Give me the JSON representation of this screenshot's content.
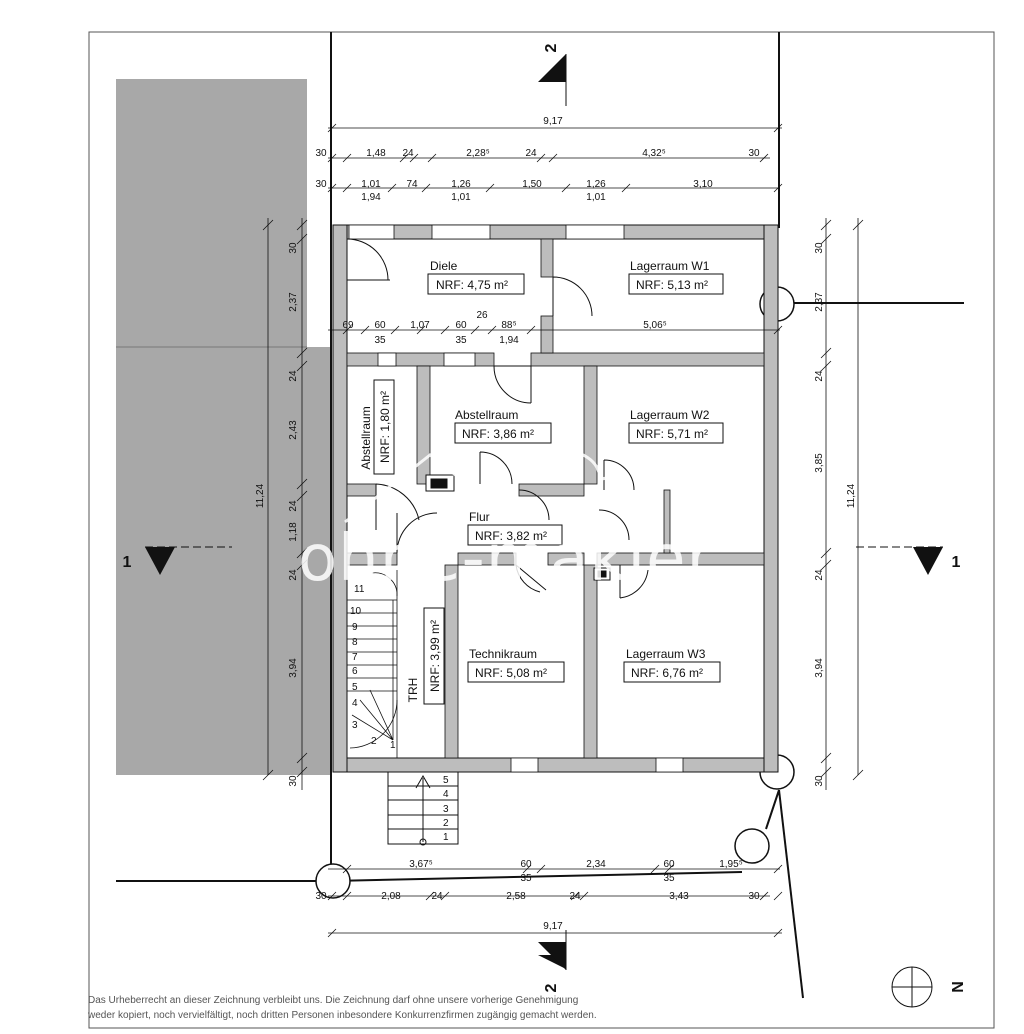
{
  "rooms": {
    "diele": {
      "name": "Diele",
      "area": "NRF: 4,75 m²"
    },
    "lager_w1": {
      "name": "Lagerraum W1",
      "area": "NRF: 5,13 m²"
    },
    "abstell_small": {
      "name": "Abstellraum",
      "area": "NRF: 1,80 m²"
    },
    "abstell": {
      "name": "Abstellraum",
      "area": "NRF: 3,86 m²"
    },
    "lager_w2": {
      "name": "Lagerraum W2",
      "area": "NRF: 5,71 m²"
    },
    "flur": {
      "name": "Flur",
      "area": "NRF: 3,82 m²"
    },
    "trh": {
      "name": "TRH",
      "area": "NRF: 3,99 m²"
    },
    "technik": {
      "name": "Technikraum",
      "area": "NRF: 5,08 m²"
    },
    "lager_w3": {
      "name": "Lagerraum W3",
      "area": "NRF: 6,76 m²"
    }
  },
  "dims": {
    "total_top": "9,17",
    "top_row1": [
      "30",
      "1,48",
      "24",
      "2,28⁵",
      "24",
      "4,32⁵",
      "30"
    ],
    "top_row2": [
      "30",
      "1,01",
      "74",
      "1,26",
      "1,50",
      "1,26",
      "3,10"
    ],
    "top_row2_sub": [
      "1,94",
      "1,01",
      "1,01"
    ],
    "mid_row_top": [
      "69",
      "60",
      "1,07",
      "60",
      "26",
      "88⁵",
      "5,06⁵"
    ],
    "mid_row_bottom": [
      "35",
      "35",
      "1,94"
    ],
    "left_outer": "11,24",
    "left_segments": [
      "30",
      "2,37",
      "24",
      "2,43",
      "24",
      "1,18",
      "24",
      "3,94",
      "30"
    ],
    "right_outer": "11,24",
    "right_segments": [
      "30",
      "2,37",
      "24",
      "3,85",
      "24",
      "3,94",
      "30"
    ],
    "bottom_row1": [
      "3,67⁵",
      "60",
      "2,34",
      "60",
      "1,95⁵"
    ],
    "bottom_row1_sub": [
      "35",
      "35"
    ],
    "bottom_row2": [
      "30",
      "2,08",
      "24",
      "2,58",
      "24",
      "3,43",
      "30"
    ],
    "total_bottom": "9,17"
  },
  "sections": {
    "top": "2",
    "bottom": "2",
    "left": "1",
    "right": "1"
  },
  "stairs": {
    "inner_steps": [
      "1",
      "2",
      "3",
      "4",
      "5",
      "6",
      "7",
      "8",
      "9",
      "10",
      "11"
    ],
    "outer_steps": [
      "1",
      "2",
      "3",
      "4",
      "5"
    ]
  },
  "north": "N",
  "watermark": "ohne-makler",
  "copyright": [
    "Das Urheberrecht an dieser Zeichnung verbleibt uns. Die Zeichnung darf ohne unsere vorherige Genehmigung",
    "weder kopiert, noch vervielfältigt, noch dritten Personen inbesondere Konkurrenzfirmen zugängig gemacht werden."
  ],
  "colors": {
    "wall": "#bdbdbd",
    "neighbor": "#a8a8a8",
    "line": "#111111"
  }
}
